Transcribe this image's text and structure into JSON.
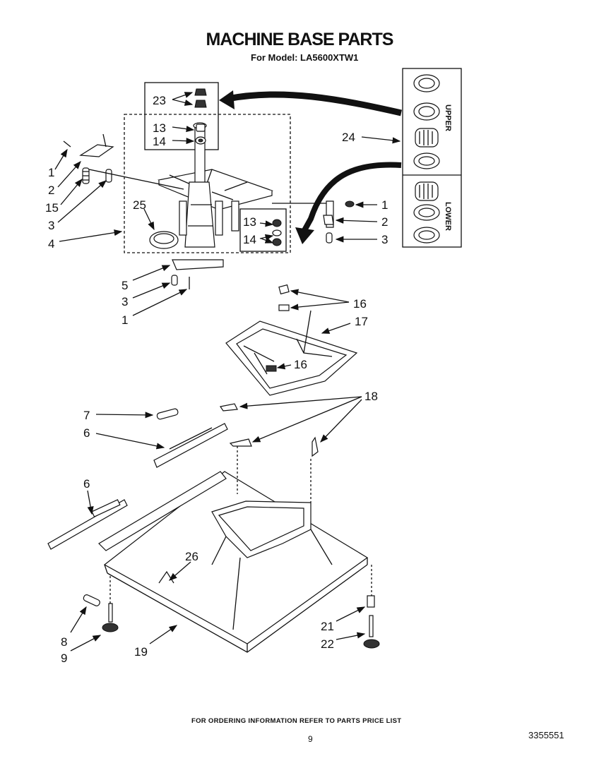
{
  "header": {
    "title": "MACHINE BASE PARTS",
    "subtitle": "For Model: LA5600XTW1"
  },
  "callouts": [
    "1",
    "2",
    "3",
    "4",
    "5",
    "6",
    "7",
    "8",
    "9",
    "13",
    "14",
    "15",
    "16",
    "17",
    "18",
    "19",
    "21",
    "22",
    "23",
    "24",
    "25",
    "26"
  ],
  "bearing_kit": {
    "upper_label": "UPPER",
    "lower_label": "LOWER"
  },
  "footer": {
    "ordering_note": "FOR ORDERING INFORMATION REFER TO PARTS PRICE LIST",
    "page_number": "9",
    "document_number": "3355551"
  }
}
